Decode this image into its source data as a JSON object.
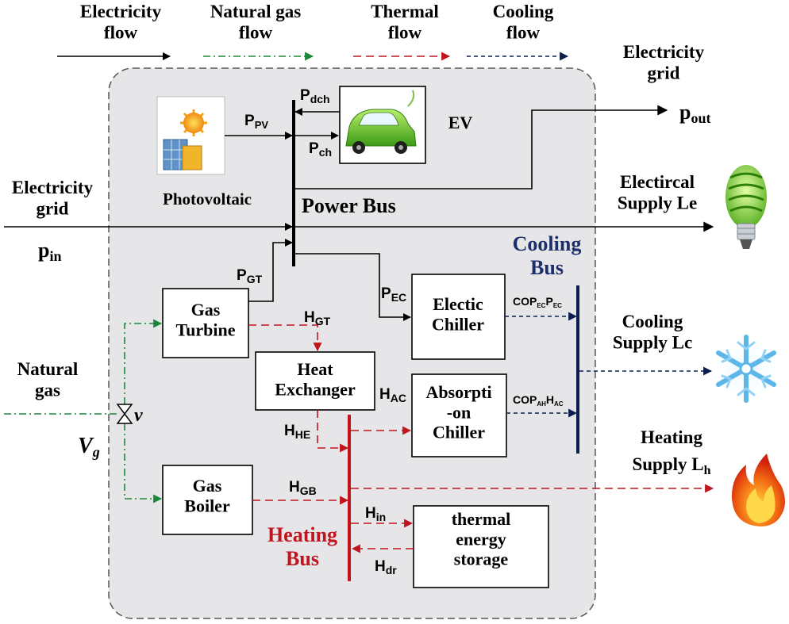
{
  "legend": {
    "electricity": "Electricity\nflow",
    "gas": "Natural gas\nflow",
    "thermal": "Thermal\nflow",
    "cooling": "Cooling\nflow"
  },
  "grid_out": {
    "label": "Electricity\ngrid",
    "var": "p",
    "sub": "out"
  },
  "grid_in": {
    "label": "Electricity\ngrid",
    "var": "p",
    "sub": "in"
  },
  "pv": {
    "label": "Photovoltaic",
    "flow_var": "P",
    "flow_sub": "PV"
  },
  "ev": {
    "label": "EV",
    "dch_var": "P",
    "dch_sub": "dch",
    "ch_var": "P",
    "ch_sub": "ch"
  },
  "power_bus": "Power Bus",
  "cooling_bus": "Cooling\nBus",
  "heating_bus": "Heating\nBus",
  "electric_supply": "Electircal\nSupply Le",
  "cooling_supply": "Cooling\nSupply Lc",
  "heating_supply": {
    "line1": "Heating",
    "line2": "Supply L",
    "sub": "h"
  },
  "gas_input": {
    "label": "Natural\ngas",
    "var": "V",
    "sub": "g",
    "valve": "ν"
  },
  "gas_turbine": {
    "label": "Gas\nTurbine",
    "pgt_var": "P",
    "pgt_sub": "GT",
    "hgt_var": "H",
    "hgt_sub": "GT"
  },
  "heat_exchanger": {
    "label": "Heat\nExchanger",
    "hhe_var": "H",
    "hhe_sub": "HE"
  },
  "electric_chiller": {
    "label": "Electic\nChiller",
    "pec_var": "P",
    "pec_sub": "EC",
    "cop_label": "COP",
    "cop_sub1": "EC",
    "cop_mid": "P",
    "cop_sub2": "EC"
  },
  "absorption_chiller": {
    "label": "Absorpti\n-on\nChiller",
    "hac_var": "H",
    "hac_sub": "AC",
    "cop_label": "COP",
    "cop_sub1": "AH",
    "cop_mid": "H",
    "cop_sub2": "AC"
  },
  "gas_boiler": {
    "label": "Gas\nBoiler",
    "hgb_var": "H",
    "hgb_sub": "GB"
  },
  "storage": {
    "label": "thermal\nenergy\nstorage",
    "hin_var": "H",
    "hin_sub": "in",
    "hdr_var": "H",
    "hdr_sub": "dr"
  },
  "colors": {
    "electricity": "#000000",
    "gas": "#1a8a3a",
    "thermal": "#c0141e",
    "cooling": "#0b1e4e",
    "system_bg": "#e6e6e8"
  },
  "icons": [
    "solar-panel-icon",
    "electric-car-icon",
    "light-bulb-icon",
    "snowflake-icon",
    "flame-icon"
  ]
}
